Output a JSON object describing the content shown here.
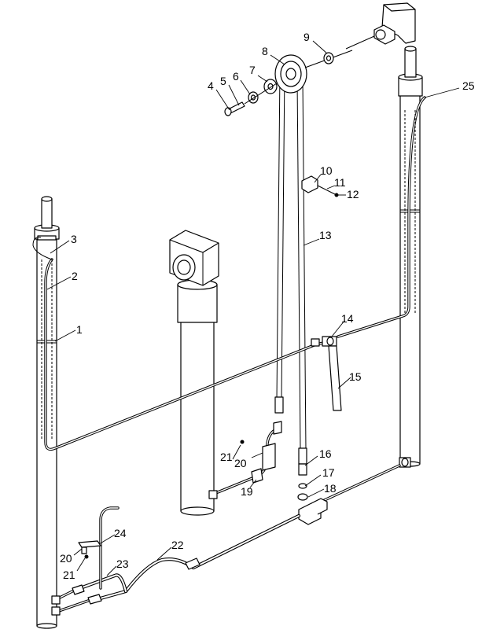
{
  "callouts": [
    {
      "id": "c1",
      "label": "1"
    },
    {
      "id": "c2",
      "label": "2"
    },
    {
      "id": "c3",
      "label": "3"
    },
    {
      "id": "c4",
      "label": "4"
    },
    {
      "id": "c5",
      "label": "5"
    },
    {
      "id": "c6",
      "label": "6"
    },
    {
      "id": "c7",
      "label": "7"
    },
    {
      "id": "c8",
      "label": "8"
    },
    {
      "id": "c9",
      "label": "9"
    },
    {
      "id": "c10",
      "label": "10"
    },
    {
      "id": "c11",
      "label": "11"
    },
    {
      "id": "c12",
      "label": "12"
    },
    {
      "id": "c13",
      "label": "13"
    },
    {
      "id": "c14",
      "label": "14"
    },
    {
      "id": "c15",
      "label": "15"
    },
    {
      "id": "c16",
      "label": "16"
    },
    {
      "id": "c17",
      "label": "17"
    },
    {
      "id": "c18",
      "label": "18"
    },
    {
      "id": "c19",
      "label": "19"
    },
    {
      "id": "c20",
      "label": "20"
    },
    {
      "id": "c21",
      "label": "21"
    },
    {
      "id": "c22",
      "label": "22"
    },
    {
      "id": "c23",
      "label": "23"
    },
    {
      "id": "c24",
      "label": "24"
    },
    {
      "id": "c25",
      "label": "25"
    },
    {
      "id": "c20b",
      "label": "20"
    },
    {
      "id": "c21b",
      "label": "21"
    }
  ]
}
